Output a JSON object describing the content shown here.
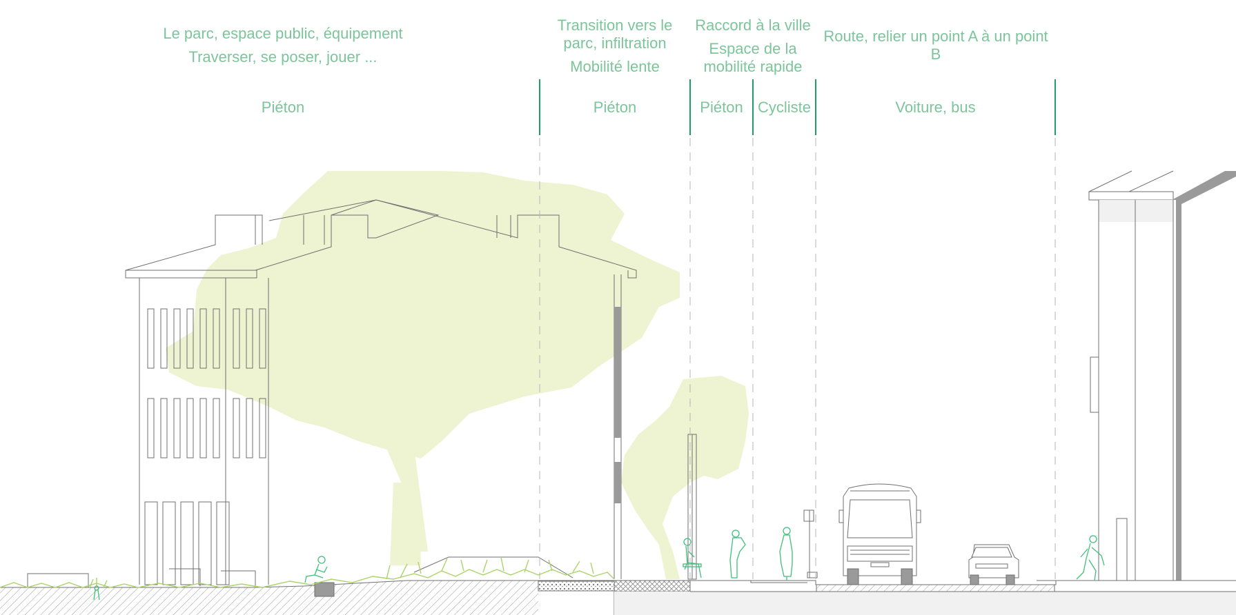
{
  "colors": {
    "accent": "#7cc59a",
    "divider": "#1e9c6a",
    "foliage": "#eef3d2",
    "grass": "#a9d46a",
    "ink": "#6f6f6f"
  },
  "headers": {
    "park_line1": "Le parc, espace public, équipement",
    "park_line2": "Traverser, se poser, jouer ...",
    "transition_line1": "Transition vers le",
    "transition_line2": "parc, infiltration",
    "transition_line3": "Mobilité lente",
    "raccord_line1": "Raccord à la ville",
    "raccord_line2": "Espace de la",
    "raccord_line3": "mobilité rapide",
    "route_line1": "Route, relier un point A à un point",
    "route_line2": "B"
  },
  "zones": {
    "park": "Piéton",
    "transition": "Piéton",
    "sidewalk": "Piéton",
    "cycle": "Cycliste",
    "road": "Voiture, bus"
  }
}
